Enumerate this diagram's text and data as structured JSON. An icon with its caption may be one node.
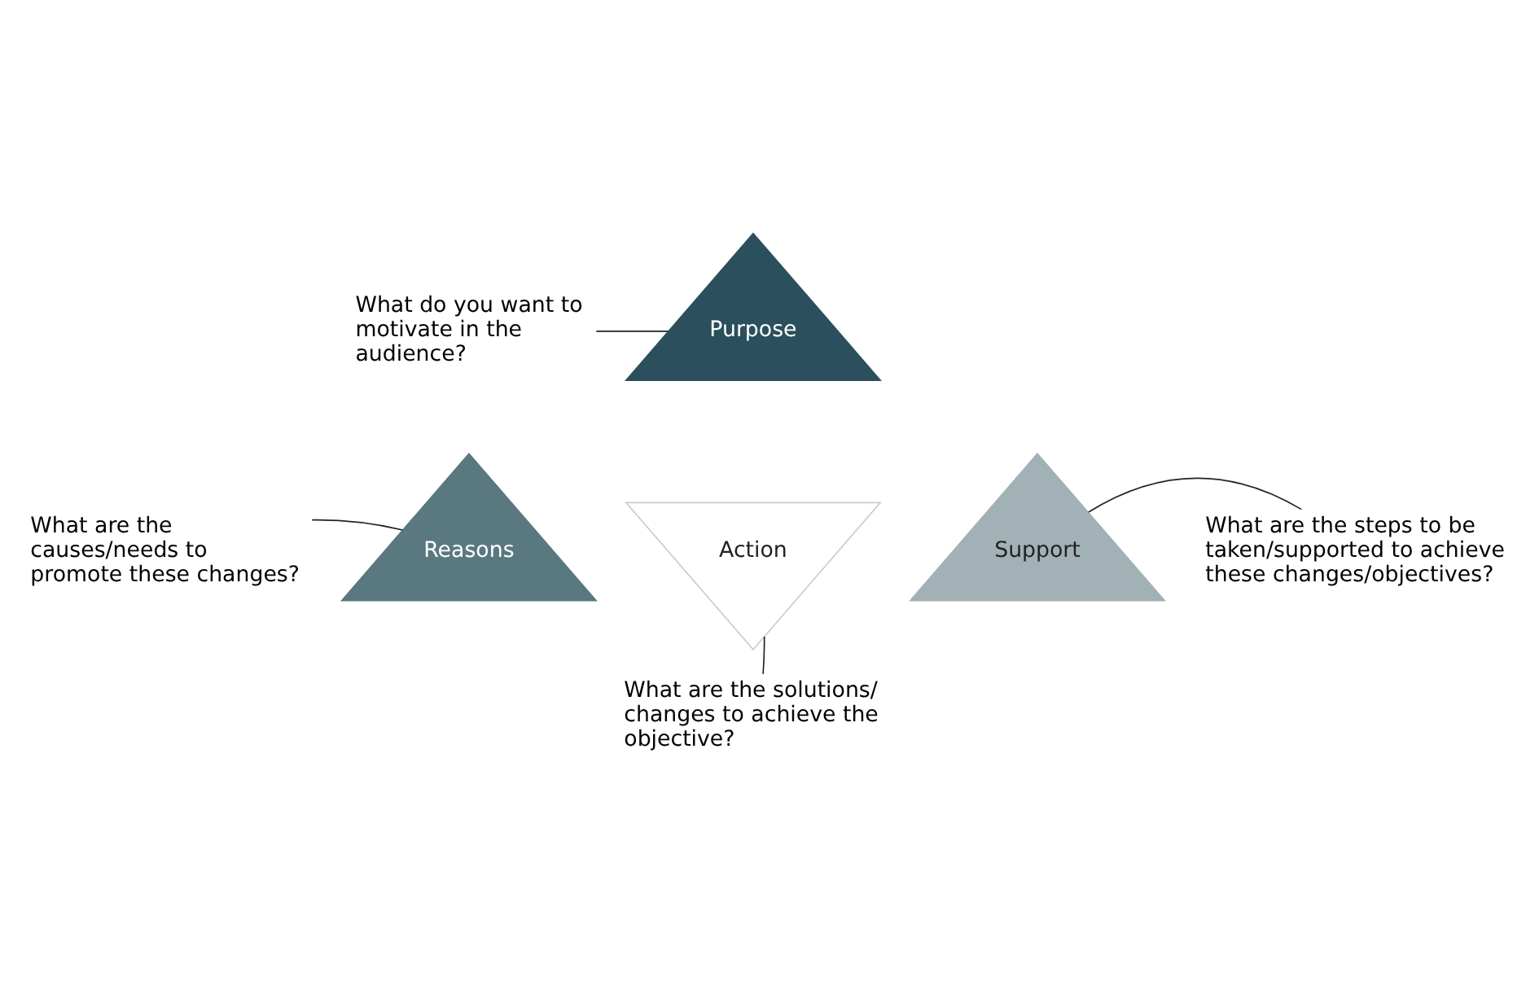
{
  "diagram": {
    "nodes": [
      {
        "text": [
          "What do you want to motivate in the audience?"
        ]
      },
      {
        "text": [
          "Purpose"
        ]
      },
      {
        "text": [
          "What are the causes/needs to promote these changes?"
        ]
      },
      {
        "text": [
          "Action"
        ]
      },
      {
        "text": [
          "What are the steps to be taken/supported to achieve these changes/objectives?"
        ]
      },
      {
        "text": [
          "Reasons"
        ]
      },
      {
        "text": [
          "Support"
        ]
      },
      {
        "text": [
          "What are the solutions/ changes to achieve the objective?"
        ]
      }
    ],
    "edges": [
      {
        "from": 0,
        "to": 1,
        "arrow": "none"
      },
      {
        "from": 2,
        "to": 5,
        "arrow": "none"
      },
      {
        "from": 4,
        "to": 6,
        "arrow": "none"
      },
      {
        "from": 7,
        "to": 3,
        "arrow": "none"
      }
    ]
  }
}
